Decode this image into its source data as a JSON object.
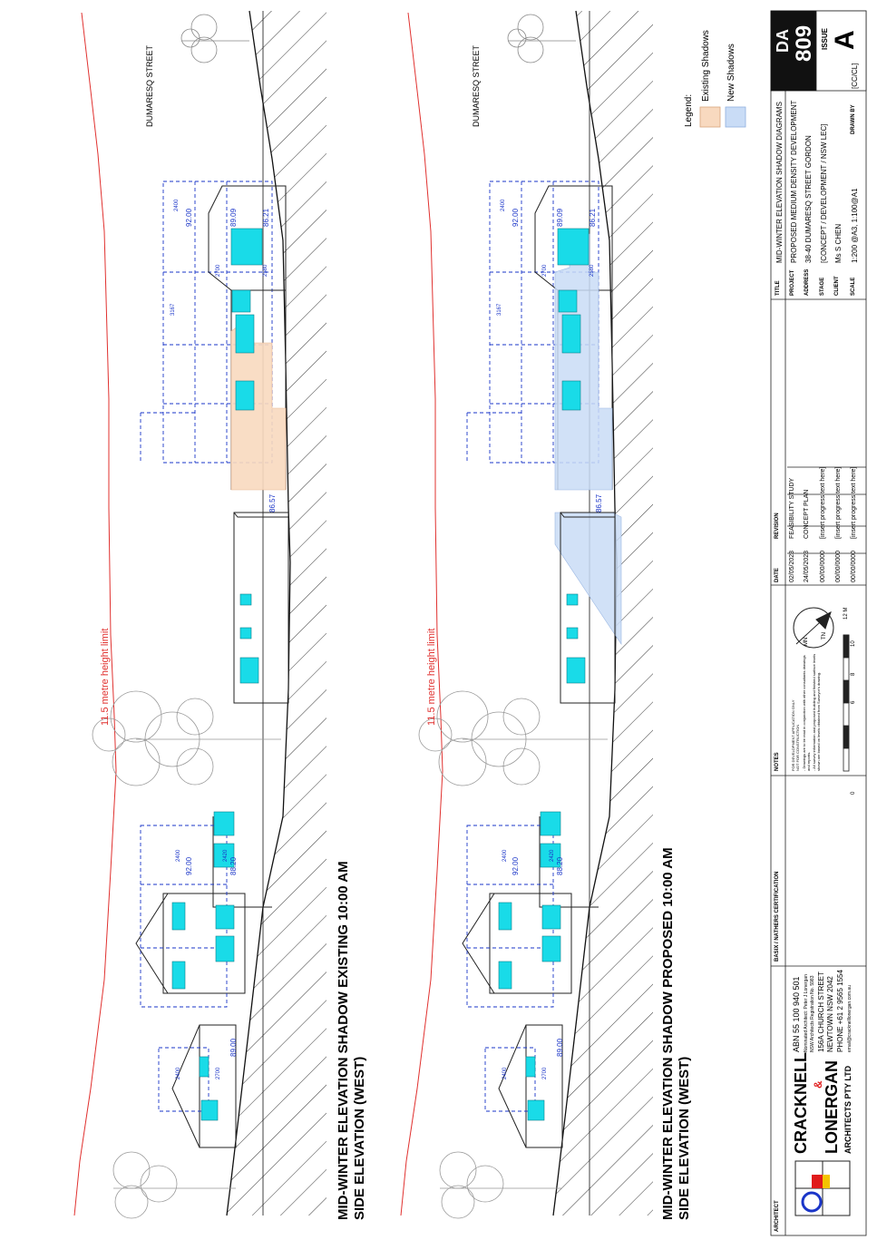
{
  "elevations": [
    {
      "title_line1": "MID-WINTER ELEVATION SHADOW EXISTING 10:00 AM",
      "title_line2": "SIDE ELEVATION (WEST)",
      "street_label": "DUMARESQ STREET",
      "height_limit_label": "11.5 metre height limit",
      "levels": [
        "92.00",
        "89.09",
        "86.21",
        "86.57",
        "92.00",
        "88.20",
        "89.00"
      ],
      "dims": [
        "2400",
        "2700",
        "2580",
        "3167",
        "2400",
        "2420",
        "2400",
        "2700"
      ],
      "shadow_type": "existing"
    },
    {
      "title_line1": "MID-WINTER ELEVATION SHADOW PROPOSED 10:00 AM",
      "title_line2": "SIDE ELEVATION (WEST)",
      "street_label": "DUMARESQ STREET",
      "height_limit_label": "11.5 metre height limit",
      "levels": [
        "92.00",
        "89.09",
        "86.21",
        "86.57",
        "92.00",
        "88.20",
        "89.00"
      ],
      "dims": [
        "2400",
        "2700",
        "2580",
        "3167",
        "2400",
        "2420",
        "2400",
        "2700"
      ],
      "shadow_type": "new"
    }
  ],
  "legend": {
    "title": "Legend:",
    "items": [
      {
        "label": "Existing Shadows",
        "color": "#f8d9bf"
      },
      {
        "label": "New Shadows",
        "color": "#c9dcf6"
      }
    ]
  },
  "title_block": {
    "architect_header": "ARCHITECT",
    "basix_header": "BASIX / NATHERS CERTIFICATION",
    "notes_header": "NOTES",
    "firm_line1": "CRACKNELL",
    "firm_amp": "&",
    "firm_line2": "LONERGAN",
    "firm_line3": "ARCHITECTS PTY LTD",
    "firm_details": [
      "ABN 55 100 940 501",
      "Nominated Architect: Peter J Lonergan",
      "NSW Architects Registration No. 5983",
      "156A CHURCH STREET",
      "NEWTOWN  NSW 2042",
      "PHONE +61 2 9565 1554",
      "email@cracknelllonergan.com.au"
    ],
    "notes": [
      "FOR DEVELOPMENT APPLICATION ONLY",
      "NOT FOR CONSTRUCTION",
      "- Drawings are to be read in conjunction with other consultants drawings",
      "  and reports.",
      "- All survey information and proposed building and finished surface levels",
      "  shown are based on levels obtained from Surveyor's drawing."
    ],
    "scale_bar_labels": [
      "0",
      "6",
      "8",
      "10",
      "12 M"
    ],
    "north_label": "TN",
    "north_label2": "MN",
    "revision_headers": {
      "date": "DATE",
      "revision": "REVISION"
    },
    "revisions": [
      {
        "date": "02/05/2023",
        "revision": "FEASIBILITY STUDY"
      },
      {
        "date": "24/05/2023",
        "revision": "CONCEPT PLAN"
      },
      {
        "date": "00/00/0000",
        "revision": "[insert progress text here]"
      },
      {
        "date": "00/00/0000",
        "revision": "[insert progress text here]"
      },
      {
        "date": "00/00/0000",
        "revision": "[insert progress text here]"
      }
    ],
    "fields": [
      {
        "label": "TITLE",
        "value": "MID-WINTER ELEVATION SHADOW DIAGRAMS"
      },
      {
        "label": "PROJECT",
        "value": "PROPOSED MEDIUM DENSITY DEVELOPMENT"
      },
      {
        "label": "ADDRESS",
        "value": "38-40 DUMARESQ STREET GORDON"
      },
      {
        "label": "STAGE",
        "value": "[CONCEPT / DEVELOPMENT / NSW LEC]"
      },
      {
        "label": "CLIENT",
        "value": "Ms S CHEN"
      },
      {
        "label": "SCALE",
        "value": "1:200 @A3, 1:100@A1"
      }
    ],
    "drawn_by_label": "DRAWN BY",
    "drawn_by_value": "[CC/CL]",
    "drawing_prefix": "DA",
    "drawing_number": "809",
    "issue_label": "ISSUE",
    "issue_value": "A"
  }
}
